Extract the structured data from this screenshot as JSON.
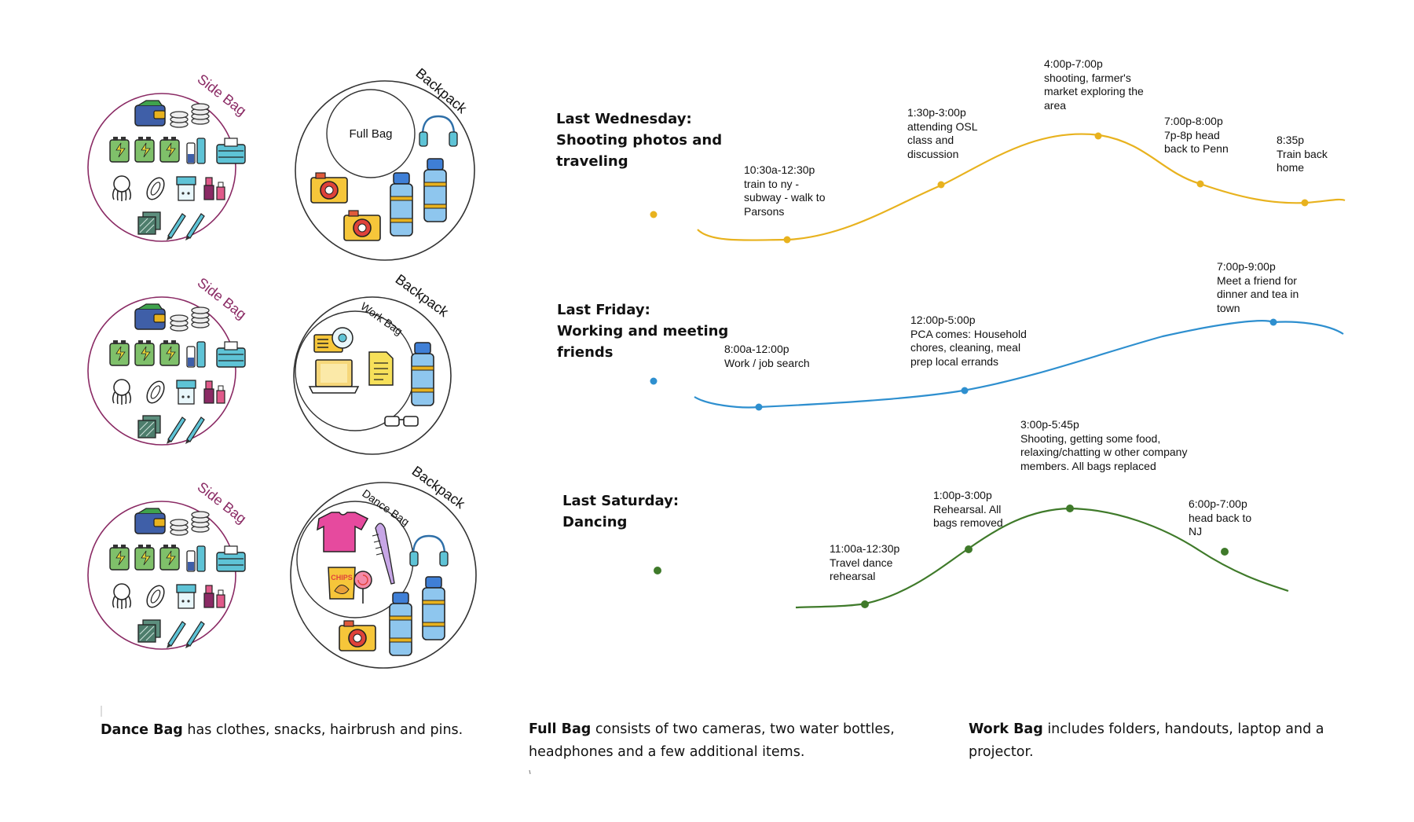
{
  "bags": {
    "side_bag_label": "Side Bag",
    "backpack_label": "Backpack",
    "full_bag_label": "Full Bag",
    "work_bag_label": "Work Bag",
    "dance_bag_label": "Dance Bag",
    "chips_label": "CHIPS"
  },
  "colors": {
    "side_bag": "#8a2a64",
    "wednesday": "#e8b21e",
    "friday": "#2e8fcf",
    "saturday": "#3f7a2a",
    "outline": "#333333"
  },
  "days": [
    {
      "title_line1": "Last Wednesday:",
      "title_line2": "Shooting photos and",
      "title_line3": "traveling",
      "events": [
        "10:30a-12:30p\ntrain to ny -\nsubway - walk to\nParsons",
        "1:30p-3:00p\nattending OSL\nclass and\ndiscussion",
        "4:00p-7:00p\nshooting, farmer's\nmarket exploring the\narea",
        "7:00p-8:00p\n7p-8p head\nback to Penn",
        "8:35p\nTrain back\nhome"
      ]
    },
    {
      "title_line1": "Last Friday:",
      "title_line2": "Working and meeting",
      "title_line3": "friends",
      "events": [
        "8:00a-12:00p\nWork / job search",
        "12:00p-5:00p\nPCA comes: Household\nchores, cleaning, meal\nprep local errands",
        "7:00p-9:00p\nMeet a friend for\ndinner and tea in\ntown"
      ]
    },
    {
      "title_line1": "Last Saturday:",
      "title_line2": "Dancing",
      "events": [
        "11:00a-12:30p\nTravel dance\nrehearsal",
        "1:00p-3:00p\nRehearsal. All\nbags removed",
        "3:00p-5:45p\nShooting, getting some food,\nrelaxing/chatting w other company\nmembers. All bags replaced",
        "6:00p-7:00p\nhead back to\nNJ"
      ]
    }
  ],
  "captions": {
    "dance_bold": "Dance Bag",
    "dance_rest": " has clothes, snacks, hairbrush and pins.",
    "full_bold": "Full Bag",
    "full_rest_1": " consists of two cameras, two water bottles,",
    "full_rest_2": "headphones and a few additional items.",
    "work_bold": "Work Bag",
    "work_rest_1": " includes folders, handouts, laptop and a",
    "work_rest_2": "projector."
  },
  "icons": [
    "wallet-icon",
    "coins-icon",
    "battery-icon",
    "calculator-icon",
    "credit-card-icon",
    "earbuds-icon",
    "pad-icon",
    "pill-bottle-icon",
    "lipstick-icon",
    "tissue-icon",
    "pen-icon",
    "camera-icon",
    "headphones-icon",
    "water-bottle-icon",
    "projector-icon",
    "laptop-icon",
    "document-icon",
    "glasses-icon",
    "tshirt-icon",
    "comb-icon",
    "chips-icon",
    "lollipop-icon"
  ]
}
